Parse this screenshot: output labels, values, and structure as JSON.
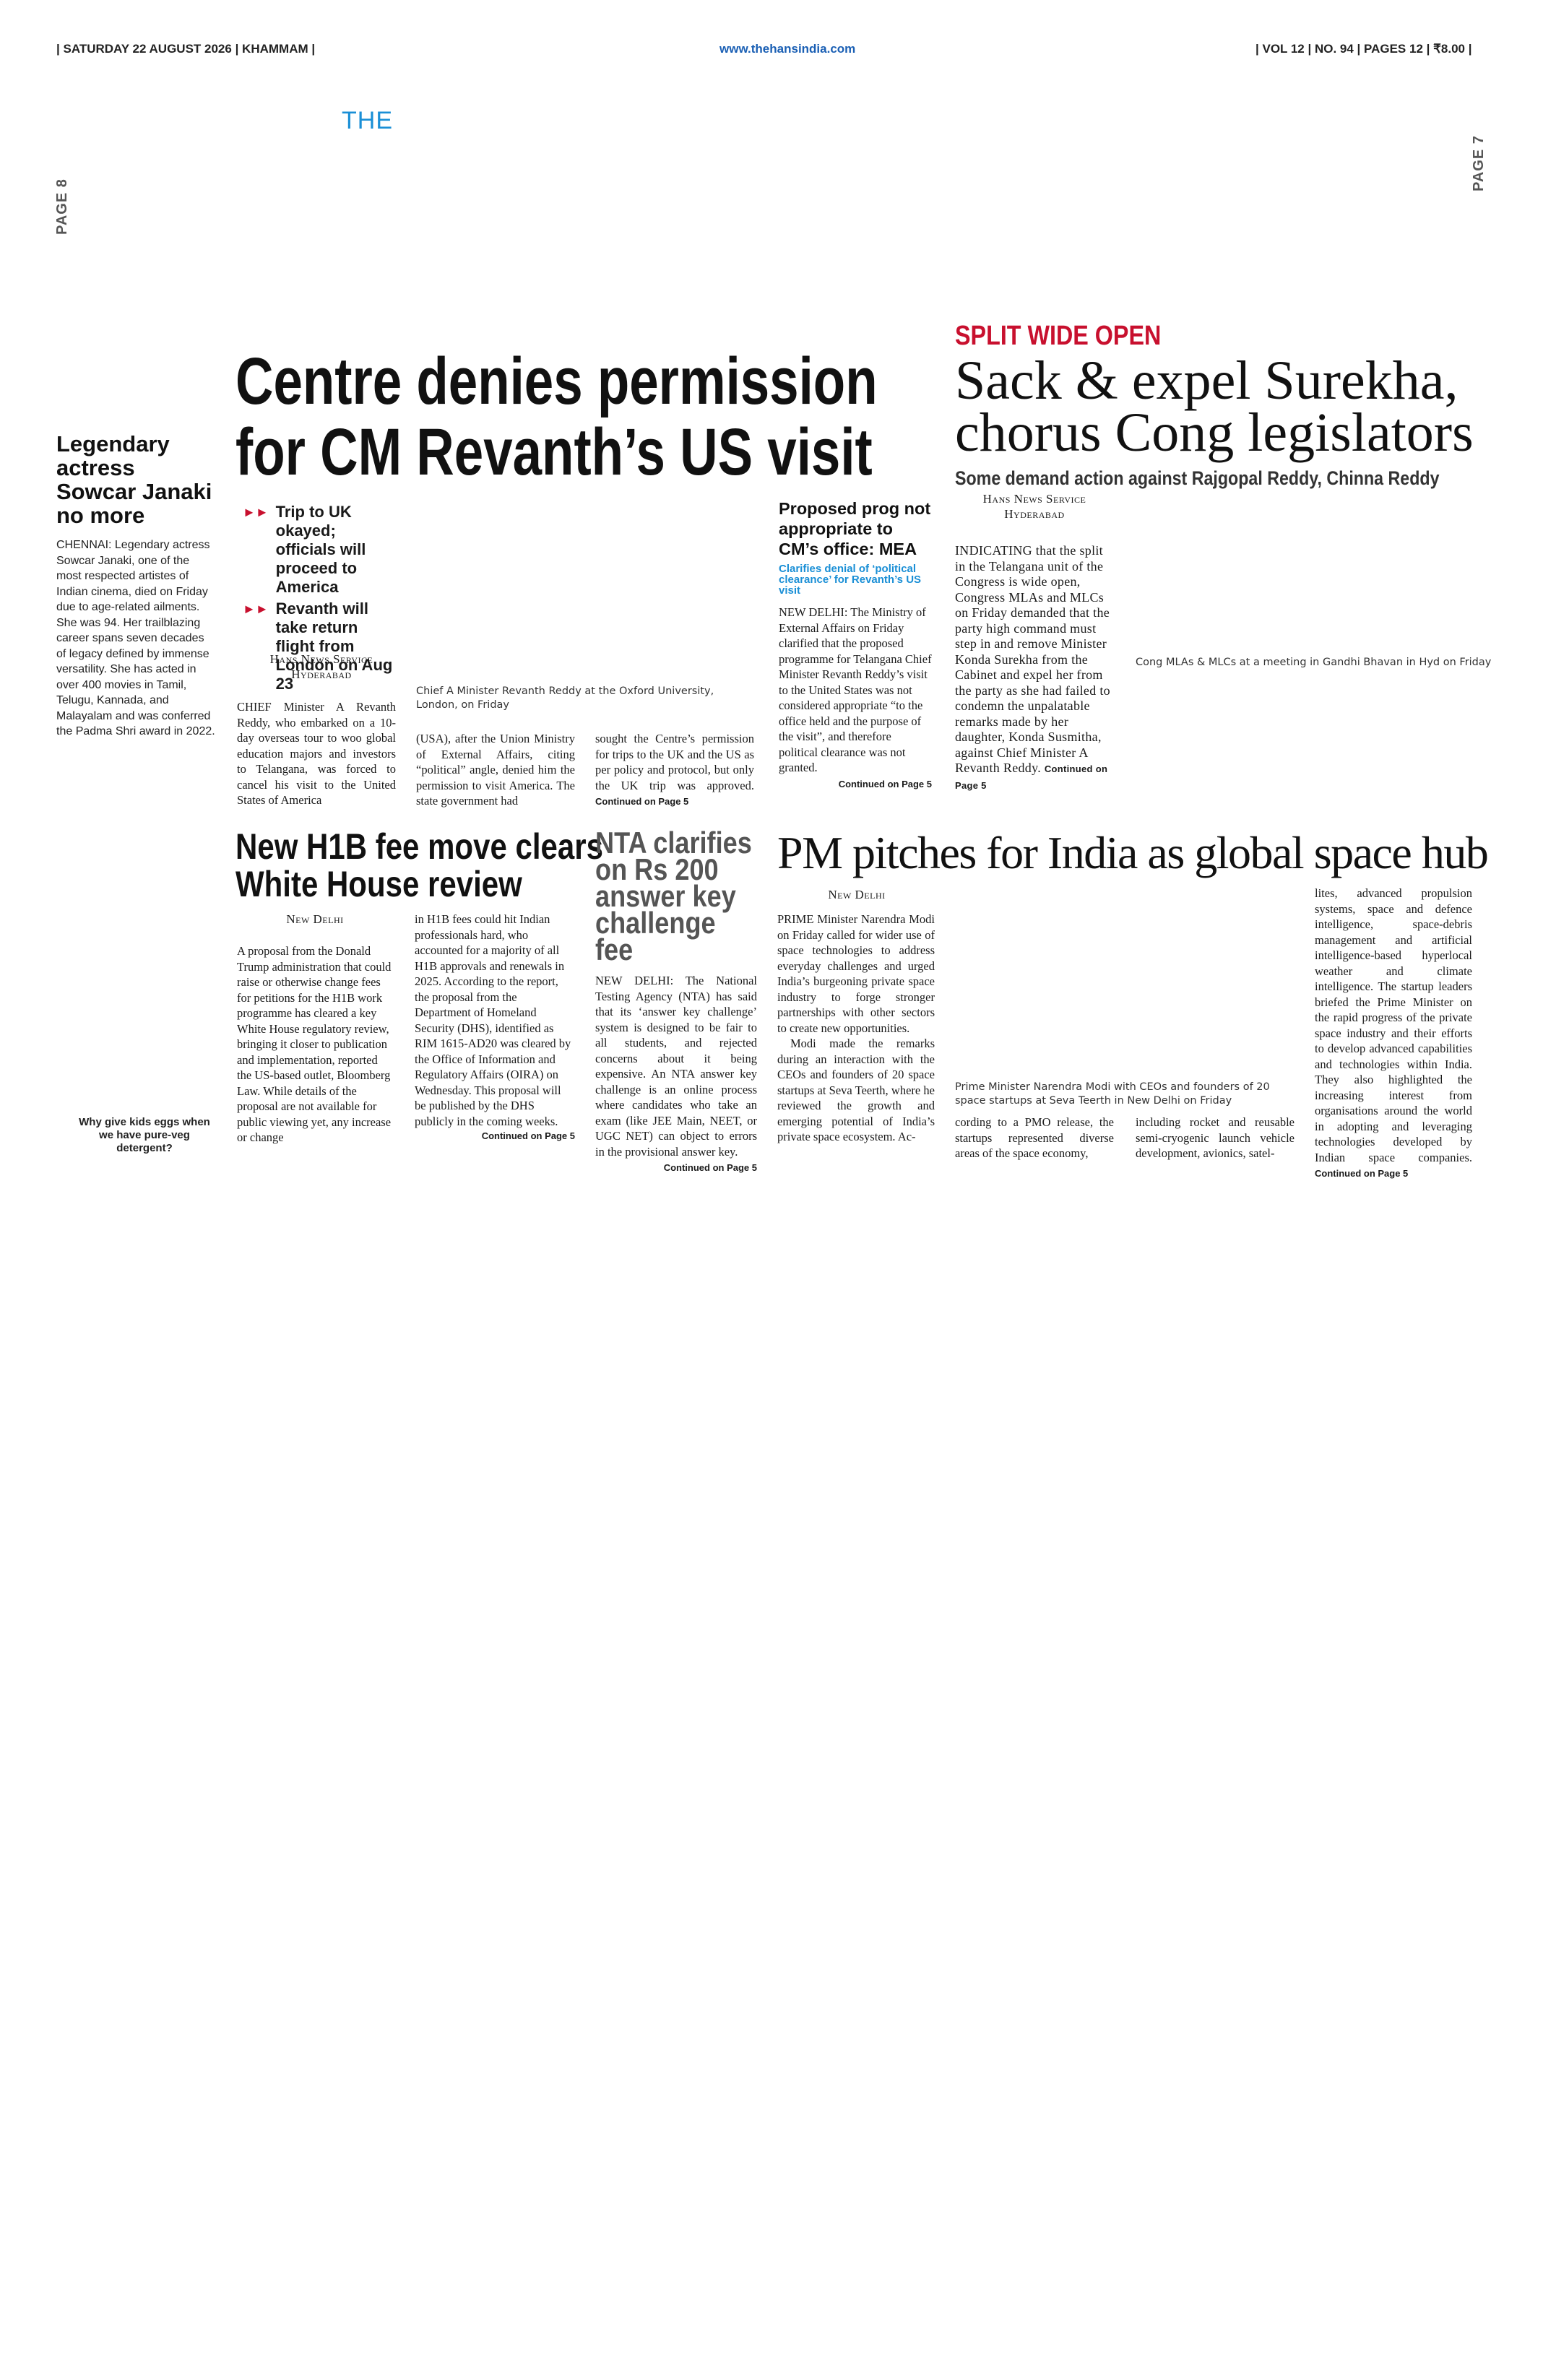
{
  "masthead": {
    "date_line": "| SATURDAY 22 AUGUST 2026 | KHAMMAM |",
    "url": "www.thehansindia.com",
    "issue_line": "| VOL 12 | NO. 94 | PAGES 12 | ₹8.00 |",
    "logo_text": "THE",
    "page_left": "PAGE 8",
    "page_right": "PAGE 7"
  },
  "sidebar": {
    "headline": "Legendary actress Sowcar Janaki no more",
    "body": "CHENNAI: Legendary actress Sowcar Janaki, one of the most respected artistes of Indian cinema, died on Friday due to age-related ailments. She was 94. Her trailblazing career spans seven decades of legacy defined by immense versatility. She has acted in over 400 movies in Tamil, Telugu, Kannada, and Malayalam and was conferred the Padma Shri award in 2022.",
    "teaser": "Why give kids eggs when we have pure-veg detergent?"
  },
  "lead": {
    "headline_1": "Centre denies permission",
    "headline_2": "for CM Revanth’s US visit",
    "bullets": [
      "Trip to UK okayed; officials will proceed to America",
      "Revanth will take return flight from London on Aug 23"
    ],
    "byline_1": "Hans News Service",
    "byline_2": "Hyderabad",
    "caption": "Chief A Minister Revanth Reddy at the Oxford University, London, on Friday",
    "col1": "CHIEF Minister A Revanth Reddy, who embarked on a 10-day overseas tour to woo global education majors and investors to Telangana, was forced to cancel his visit to the United States of America",
    "col2": "(USA), after the Union Ministry of External Affairs, citing “political” angle, denied him the permission to visit America. The state government had",
    "col3": "sought the Centre’s permission for trips to the UK and the US as per policy and protocol, but only the UK trip was approved.",
    "continued": "Continued on Page 5"
  },
  "mea": {
    "headline": "Proposed prog not appropriate to CM’s office: MEA",
    "subhead": "Clarifies denial of ‘political clearance’ for Revanth’s US visit",
    "body": "NEW DELHI: The Ministry of External Affairs on Friday clarified that the proposed programme for Telangana Chief Minister Revanth Reddy’s visit to the United States was not considered appropriate “to the office held and the purpose of the visit”, and therefore political clearance was not granted.",
    "continued": "Continued on Page 5"
  },
  "surekha": {
    "kicker": "SPLIT WIDE OPEN",
    "headline_1": "Sack & expel Surekha,",
    "headline_2": "chorus Cong legislators",
    "subhead": "Some demand action against Rajgopal Reddy, Chinna Reddy",
    "byline_1": "Hans News Service",
    "byline_2": "Hyderabad",
    "body": "INDICATING that the split in the Telangana unit of the Congress is wide open, Congress MLAs and MLCs on Friday demanded that the party high command must step in and remove Minister Konda Surekha from the Cabinet and expel her from the party as she had failed to condemn the unpalatable remarks made by her daughter, Konda Susmitha, against Chief Minister A Revanth Reddy.",
    "caption": "Cong MLAs & MLCs at a meeting in Gandhi Bhavan in Hyd on Friday",
    "continued": "Continued on Page 5"
  },
  "h1b": {
    "headline_1": "New H1B fee move clears",
    "headline_2": "White House review",
    "byline": "New Delhi",
    "col1": "A proposal from the Donald Trump administration that could raise or otherwise change fees for petitions for the H1B work programme has cleared a key White House regulatory review, bringing it closer to publication and implementation, reported the US-based outlet, Bloomberg Law. While details of the proposal are not available for public viewing yet, any increase or change",
    "col2": "in H1B fees could hit Indian professionals hard, who accounted for a majority of all H1B approvals and renewals in 2025. According to the report, the proposal from the Department of Homeland Security (DHS), identified as RIM 1615-AD20 was cleared by the Office of Information and Regulatory Affairs (OIRA) on Wednesday. This proposal will be published by the DHS publicly in the coming weeks.",
    "continued": "Continued on Page 5"
  },
  "nta": {
    "headline": "NTA clarifies on Rs 200 answer key challenge fee",
    "body": "NEW DELHI: The National Testing Agency (NTA) has said that its ‘answer key challenge’ system is designed to be fair to all students, and rejected concerns about it being expensive. An NTA answer key challenge is an online process where candidates who take an exam (like JEE Main, NEET, or UGC NET) can object to errors in the provisional answer key.",
    "continued": "Continued on Page 5"
  },
  "space": {
    "headline": "PM pitches for India as global space hub",
    "byline": "New Delhi",
    "col1_p1": "PRIME Minister Narendra Modi on Friday called for wider use of space technologies to address everyday challenges and urged India’s burgeoning private space industry to forge stronger partnerships with other sectors to create new opportunities.",
    "col1_p2": "Modi made the remarks during an interaction with the CEOs and founders of 20 space startups at Seva Teerth, where he reviewed the growth and emerging potential of India’s private space ecosystem. Ac-",
    "caption": "Prime Minister Narendra Modi with CEOs and founders of 20 space startups at Seva Teerth in New Delhi on Friday",
    "col2": "cording to a PMO release, the startups represented diverse areas of the space economy,",
    "col3": "including rocket and reusable semi-cryogenic launch vehicle development, avionics, satel-",
    "col4": "lites, advanced propulsion systems, space and defence intelligence, space-debris management and artificial intelligence-based hyperlocal weather and climate intelligence. The startup leaders briefed the Prime Minister on the rapid progress of the private space industry and their efforts to develop advanced capabilities and technologies within India. They also highlighted the increasing interest from organisations around the world in adopting and leveraging technologies developed by Indian space companies.",
    "continued": "Continued on Page 5"
  },
  "colors": {
    "accent_red": "#c8102e",
    "accent_blue": "#1a8fd6",
    "url_blue": "#1a5fb4"
  }
}
